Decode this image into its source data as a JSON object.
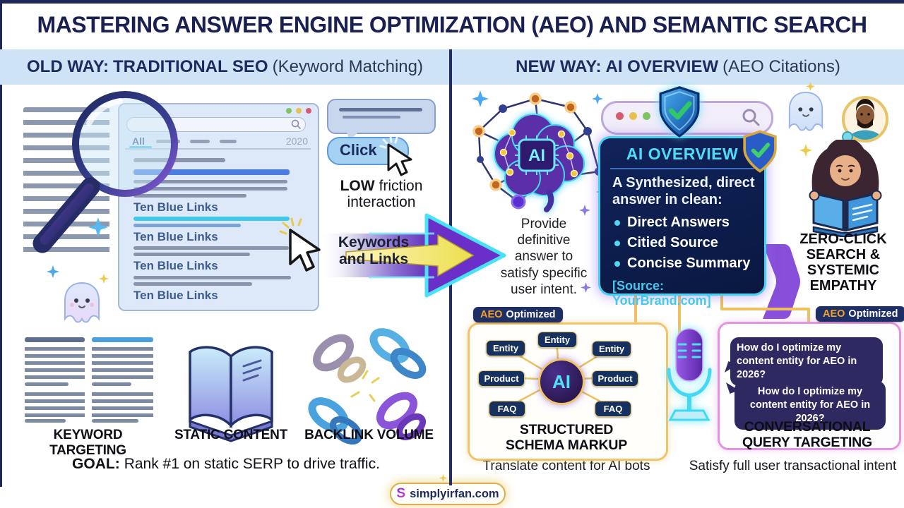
{
  "frame": {
    "title": "MASTERING ANSWER ENGINE OPTIMIZATION (AEO) AND SEMANTIC SEARCH"
  },
  "old_way": {
    "header_prefix": "OLD WAY:",
    "header_bold": "TRADITIONAL SEO",
    "header_note": "(Keyword Matching)",
    "serp": {
      "tab": "All",
      "year": "2020",
      "links": [
        "Ten Blue Links",
        "Ten Blue Links",
        "Ten Blue Links",
        "Ten Blue Links"
      ]
    },
    "click": "Click",
    "friction_bold": "LOW",
    "friction_rest": "friction",
    "friction_line2": "interaction",
    "arrow_line1": "Keywords",
    "arrow_line2": "and Links",
    "features": [
      "KEYWORD TARGETING",
      "STATIC CONTENT",
      "BACKLINK VOLUME"
    ],
    "goal_bold": "GOAL:",
    "goal_text": "Rank #1 on static SERP to drive traffic."
  },
  "new_way": {
    "header_prefix": "NEW WAY:",
    "header_bold": "AI OVERVIEW",
    "header_note": "(AEO Citations)",
    "brain_chip": "AI",
    "provide": "Provide definitive answer to satisfy specific user intent.",
    "overview": {
      "title": "AI OVERVIEW",
      "body": "A Synthesized, direct answer in clean:",
      "bullets": [
        "Direct Answers",
        "Citied Source",
        "Concise Summary"
      ],
      "source": "[Source: YourBrand.com]"
    },
    "zero_click_lines": [
      "ZERO-CLICK",
      "SEARCH &",
      "SYSTEMIC",
      "EMPATHY"
    ],
    "schema": {
      "badge_bold": "AEO",
      "badge_rest": "Optimized",
      "nodes": [
        "Entity",
        "Entity",
        "Entity",
        "Product",
        "Product",
        "FAQ",
        "FAQ"
      ],
      "center": "AI",
      "label1": "STRUCTURED",
      "label2": "SCHEMA MARKUP",
      "caption": "Translate content for AI bots"
    },
    "conversational": {
      "badge_bold": "AEO",
      "badge_rest": "Optimized",
      "bubble1": "How do I optimize my content entity for AEO in 2026?",
      "bubble2": "How do I optimize my content entity for AEO in 2026?",
      "label1": "CONVERSATIONAL",
      "label2": "QUERY TARGETING",
      "caption": "Satisfy full user transactional intent"
    }
  },
  "footer": {
    "logo": "S",
    "brand": "simplyirfan.com"
  },
  "colors": {
    "navy": "#1d2a5e",
    "header_band": "#cfe3f7",
    "link_blue": "#4a7de0",
    "cyan": "#45d8f5",
    "gold": "#f0c468",
    "purple": "#6a2fc8",
    "badge_orange": "#f5a02a",
    "panel_navy": "#0c1c48"
  }
}
